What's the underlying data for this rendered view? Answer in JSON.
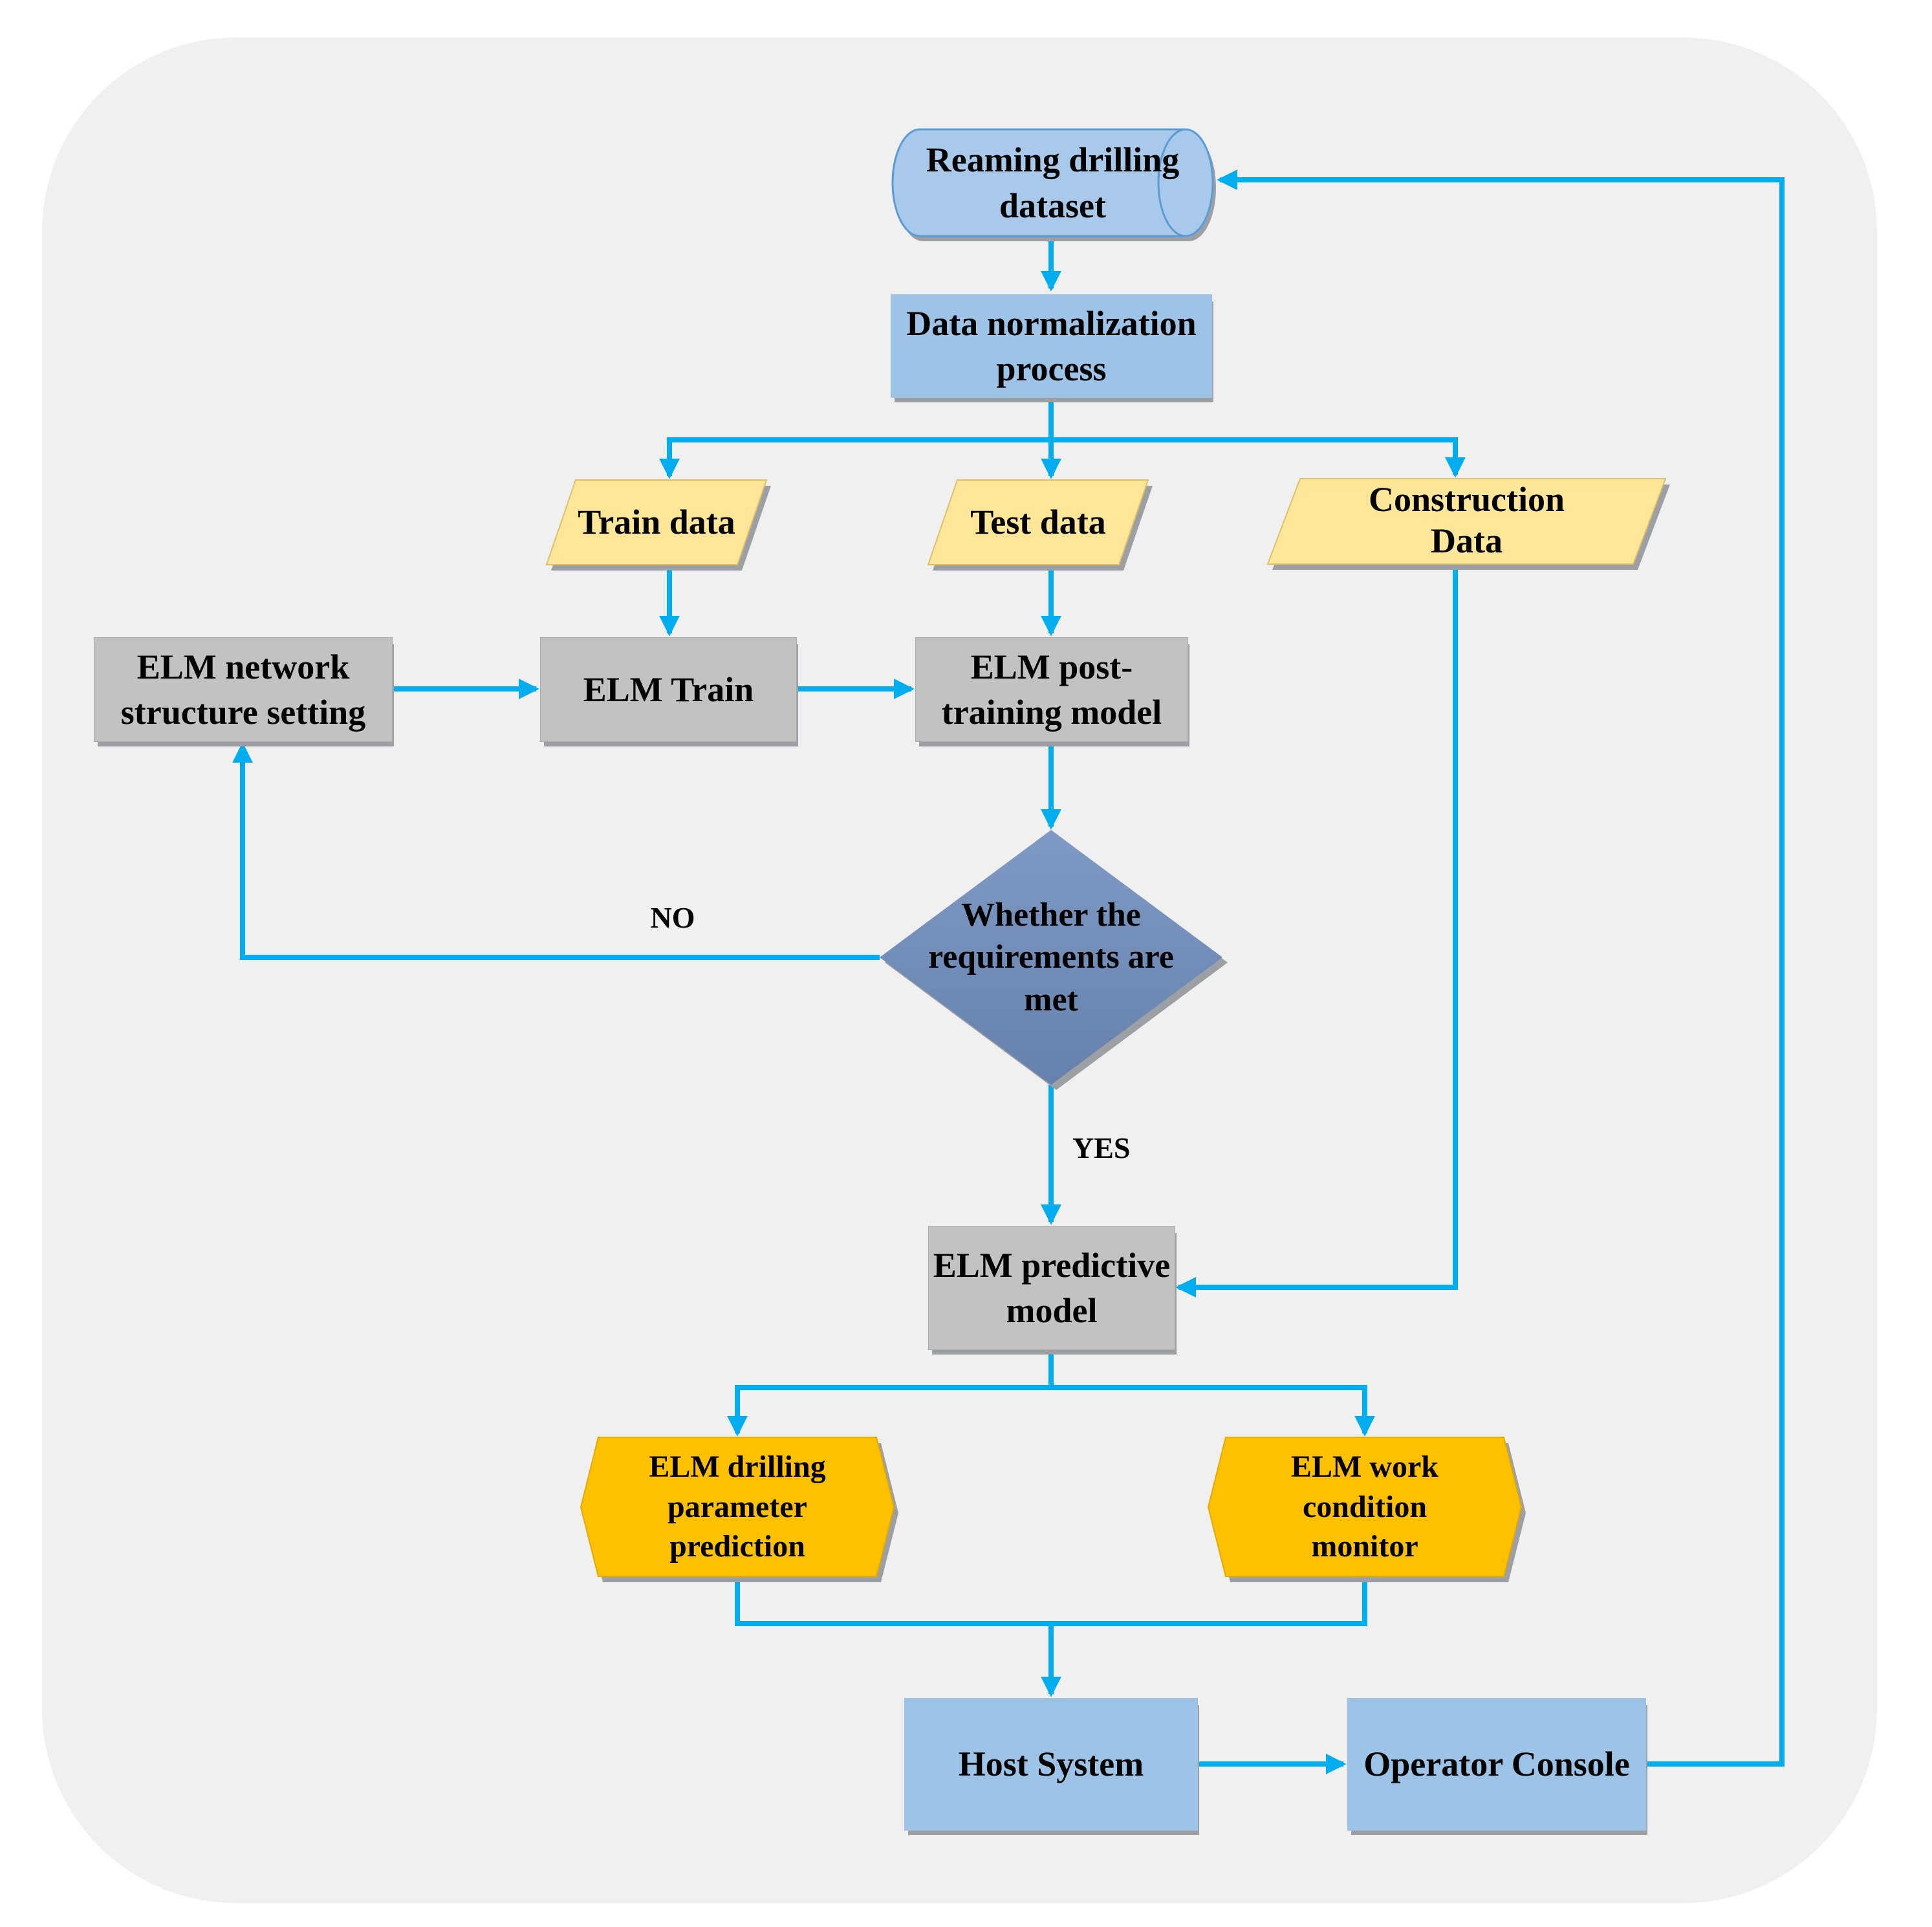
{
  "nodes": {
    "dataset": {
      "lines": [
        "Reaming drilling",
        "dataset"
      ]
    },
    "normalization": {
      "lines": [
        "Data normalization",
        "process"
      ]
    },
    "train_data": {
      "lines": [
        "Train data"
      ]
    },
    "test_data": {
      "lines": [
        "Test data"
      ]
    },
    "construction_data": {
      "lines": [
        "Construction",
        "Data"
      ]
    },
    "elm_network": {
      "lines": [
        "ELM network",
        "structure setting"
      ]
    },
    "elm_train": {
      "lines": [
        "ELM Train"
      ]
    },
    "elm_post": {
      "lines": [
        "ELM post-",
        "training model"
      ]
    },
    "decision": {
      "lines": [
        "Whether the",
        "requirements are",
        "met"
      ]
    },
    "elm_predictive": {
      "lines": [
        "ELM predictive",
        "model"
      ]
    },
    "drilling_prediction": {
      "lines": [
        "ELM drilling",
        "parameter",
        "prediction"
      ]
    },
    "work_monitor": {
      "lines": [
        "ELM work",
        "condition",
        "monitor"
      ]
    },
    "host_system": {
      "lines": [
        "Host System"
      ]
    },
    "operator_console": {
      "lines": [
        "Operator Console"
      ]
    }
  },
  "edge_labels": {
    "no": "NO",
    "yes": "YES"
  },
  "colors": {
    "arrow": "#00AEEF",
    "node_blue": "#9DC3E6",
    "cylinder_fill": "#A9C9EA",
    "cylinder_stroke": "#5B9BD5",
    "parallelogram_fill": "#FFE699",
    "gray_fill": "#C2C2C2",
    "diamond_top": "#7E9AC5",
    "diamond_bottom": "#6581AC",
    "hexagon_fill": "#FFC000",
    "shadow": "#9CA0A4",
    "canvas": "#F0F0F1",
    "text": "#000000"
  }
}
